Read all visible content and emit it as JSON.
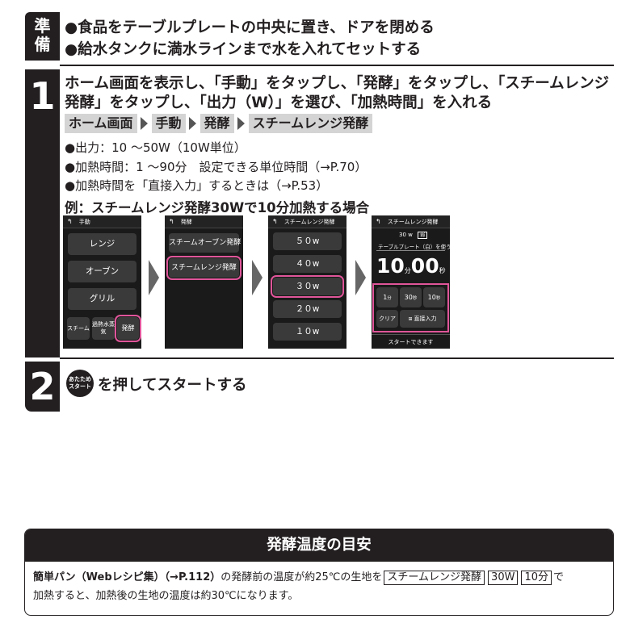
{
  "prep": {
    "tab_line1": "準",
    "tab_line2": "備",
    "line1": "●食品をテーブルプレートの中央に置き、ドアを閉める",
    "line2": "●給水タンクに満水ラインまで水を入れてセットする"
  },
  "step1": {
    "number": "1",
    "text": "ホーム画面を表示し、「手動」をタップし、「発酵」をタップし、「スチームレンジ発酵」をタップし、「出力（W）」を選び、「加熱時間」を入れる",
    "breadcrumbs": [
      "ホーム画面",
      "手動",
      "発酵",
      "スチームレンジ発酵"
    ],
    "info": [
      "●出力：10 ～50W（10W単位）",
      "●加熱時間：1 ～90分　設定できる単位時間（→P.70）",
      "●加熱時間を「直接入力」するときは（→P.53）"
    ],
    "example_title": "例：スチームレンジ発酵30Wで10分加熱する場合",
    "screens": {
      "s1": {
        "title": "手動",
        "buttons": [
          "レンジ",
          "オーブン",
          "グリル"
        ],
        "small": [
          "スチーム",
          "過熱水蒸気",
          "発酵"
        ]
      },
      "s2": {
        "title": "発酵",
        "buttons": [
          "スチームオーブン発酵",
          "スチームレンジ発酵"
        ]
      },
      "s3": {
        "title": "スチームレンジ発酵",
        "buttons": [
          "５０w",
          "４０w",
          "３０w",
          "２０w",
          "１０w"
        ]
      },
      "s4": {
        "title": "スチームレンジ発酵",
        "power": "30 w",
        "power_badge": "弱",
        "plate": "テーブルプレート（白）を使う",
        "time_min": "10",
        "time_min_unit": "分",
        "time_sec": "00",
        "time_sec_unit": "秒",
        "b1": "1",
        "b1_unit": "分",
        "b2": "30",
        "b2_unit": "秒",
        "b3": "10",
        "b3_unit": "秒",
        "clear": "クリア",
        "direct": "直接入力",
        "status": "スタートできます"
      }
    }
  },
  "step2": {
    "number": "2",
    "key_line1": "あたため",
    "key_line2": "スタート",
    "text": "を押してスタートする"
  },
  "guide": {
    "title": "発酵温度の目安",
    "bold": "簡単パン（Webレシピ集）（→P.112）",
    "t1": "の発酵前の温度が約25℃の生地を",
    "k1": "スチームレンジ発酵",
    "k2": "30W",
    "k3": "10分",
    "t2": "で",
    "line2": "加熱すると、加熱後の生地の温度は約30℃になります。"
  }
}
